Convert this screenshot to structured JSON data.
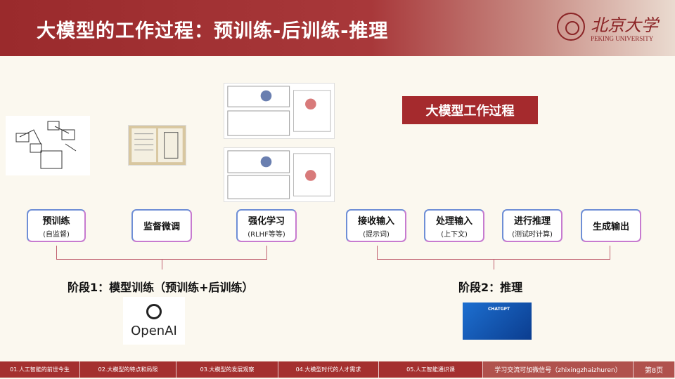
{
  "header": {
    "title": "大模型的工作过程：预训练-后训练-推理",
    "logo_cn": "北京大学",
    "logo_en": "PEKING UNIVERSITY"
  },
  "heading": "大模型工作过程",
  "stage1": {
    "steps": [
      {
        "main": "预训练",
        "sub": "(自监督)"
      },
      {
        "main": "监督微调",
        "sub": ""
      },
      {
        "main": "强化学习",
        "sub": "(RLHF等等)"
      }
    ],
    "label": "阶段1：模型训练（预训练+后训练）",
    "logo": "OpenAI"
  },
  "stage2": {
    "steps": [
      {
        "main": "接收输入",
        "sub": "(提示词)"
      },
      {
        "main": "处理输入",
        "sub": "(上下文)"
      },
      {
        "main": "进行推理",
        "sub": "(测试时计算)"
      },
      {
        "main": "生成输出",
        "sub": ""
      }
    ],
    "label": "阶段2：推理",
    "logo": "CHATGPT"
  },
  "footer": {
    "items": [
      "01.人工智能的前世今生",
      "02.大模型的特点和局限",
      "03.大模型的发展观察",
      "04.大模型时代的人才需求",
      "05.人工智能通识课"
    ],
    "wechat": "学习交流可加微信号（zhixingzhaizhuren）",
    "page": "第8页"
  },
  "colors": {
    "brand": "#a52a2d"
  }
}
